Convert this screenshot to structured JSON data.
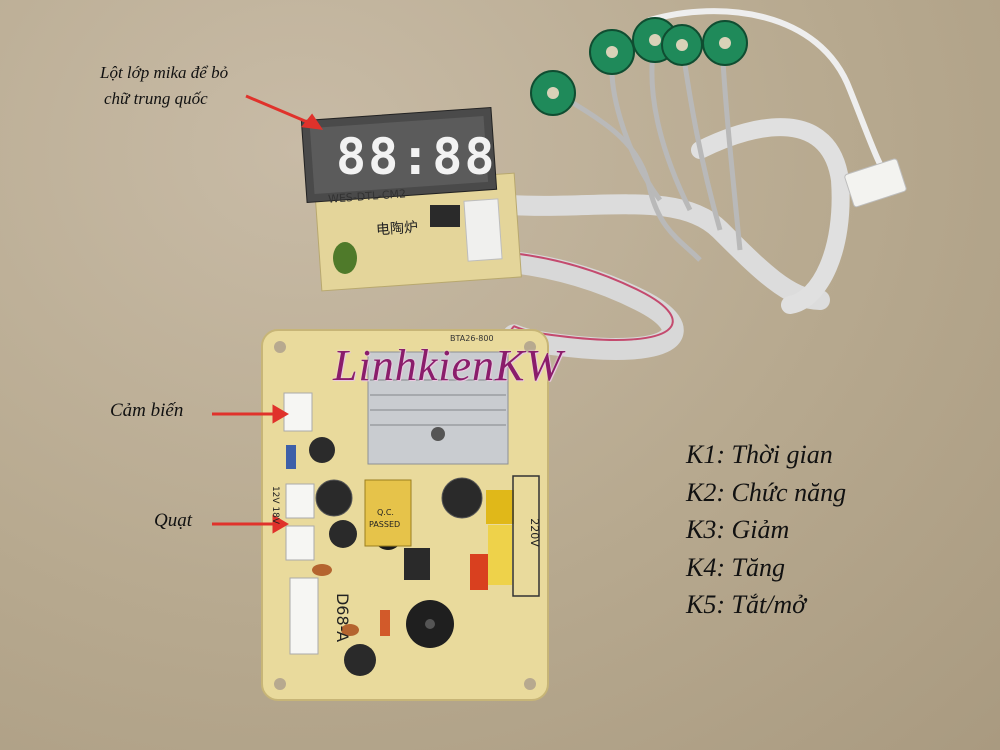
{
  "annotations": {
    "mica_note_line1": "Lột lớp mika để bỏ",
    "mica_note_line2": "chữ trung quốc",
    "sensor_label": "Cảm biến",
    "fan_label": "Quạt"
  },
  "watermark": "LinhkienKW",
  "display_digits": "88:88",
  "keys": [
    {
      "text": "K1: Thời gian"
    },
    {
      "text": "K2: Chức năng"
    },
    {
      "text": "K3: Giảm"
    },
    {
      "text": "K4: Tăng"
    },
    {
      "text": "K5: Tắt/mở"
    }
  ],
  "board_markings": {
    "display_board_model": "WES-DTL-CM2",
    "display_board_chinese": "电陶炉",
    "main_board_model": "D68-A",
    "qc_sticker_line1": "Q.C.",
    "qc_sticker_line2": "PASSED",
    "voltage_mark": "220V",
    "fan_voltage_mark": "12V 18V",
    "triac": "BTA26-800"
  },
  "colors": {
    "background": "#b7a98f",
    "pcb": "#e8d99a",
    "arrow": "#e0322b",
    "watermark": "#8a1d6b"
  }
}
